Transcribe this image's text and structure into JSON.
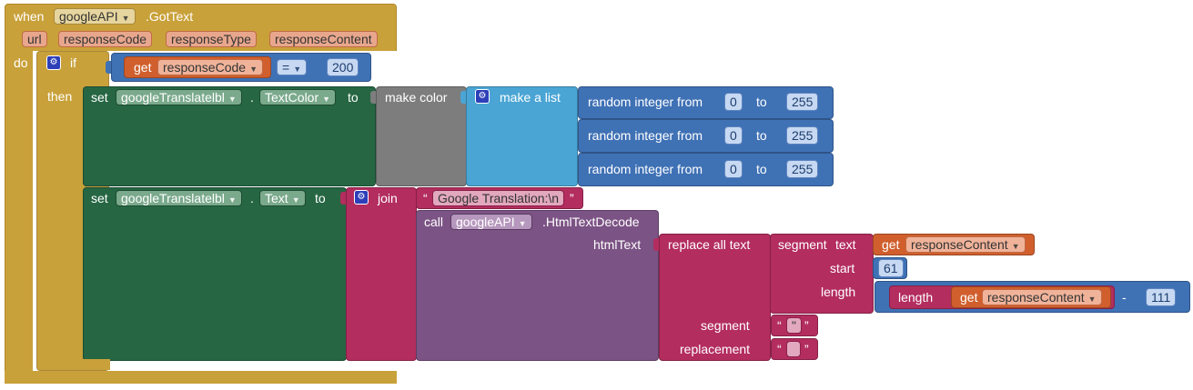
{
  "event": {
    "when": "when",
    "component": "googleAPI",
    "event_name": ".GotText",
    "params": [
      "url",
      "responseCode",
      "responseType",
      "responseContent"
    ],
    "do": "do"
  },
  "if_block": {
    "if": "if",
    "then": "then",
    "get": "get",
    "var": "responseCode",
    "op": "=",
    "value": "200"
  },
  "set_color": {
    "set": "set",
    "component": "googleTranslatelbl",
    "dot": ".",
    "property": "TextColor",
    "to": "to",
    "make_color": "make color",
    "make_list": "make a list",
    "random_label": "random integer from",
    "to_label": "to",
    "rows": [
      {
        "from": "0",
        "to": "255"
      },
      {
        "from": "0",
        "to": "255"
      },
      {
        "from": "0",
        "to": "255"
      }
    ]
  },
  "set_text": {
    "set": "set",
    "component": "googleTranslatelbl",
    "dot": ".",
    "property": "Text",
    "to": "to",
    "join": "join",
    "string": "Google Translation:\\n",
    "call": "call",
    "call_component": "googleAPI",
    "call_method": ".HtmlTextDecode",
    "html_text": "htmlText",
    "replace_all": "replace all text",
    "segment_label": "segment",
    "text_label": "text",
    "get": "get",
    "content_var": "responseContent",
    "start_label": "start",
    "start_value": "61",
    "length_label": "length",
    "length_fn": "length",
    "minus": "-",
    "minus_value": "111",
    "segment2_label": "segment",
    "segment2_value": "\"",
    "replacement_label": "replacement",
    "replacement_value": ""
  },
  "colors": {
    "event": "#c9a13a",
    "control": "#4a6cb3",
    "components_set": "#266643",
    "color": "#7d7d7d",
    "list": "#4aa5d4",
    "math": "#3f71b5",
    "variable": "#d05f2d",
    "text": "#b32d5e",
    "procedure": "#7c5385"
  }
}
